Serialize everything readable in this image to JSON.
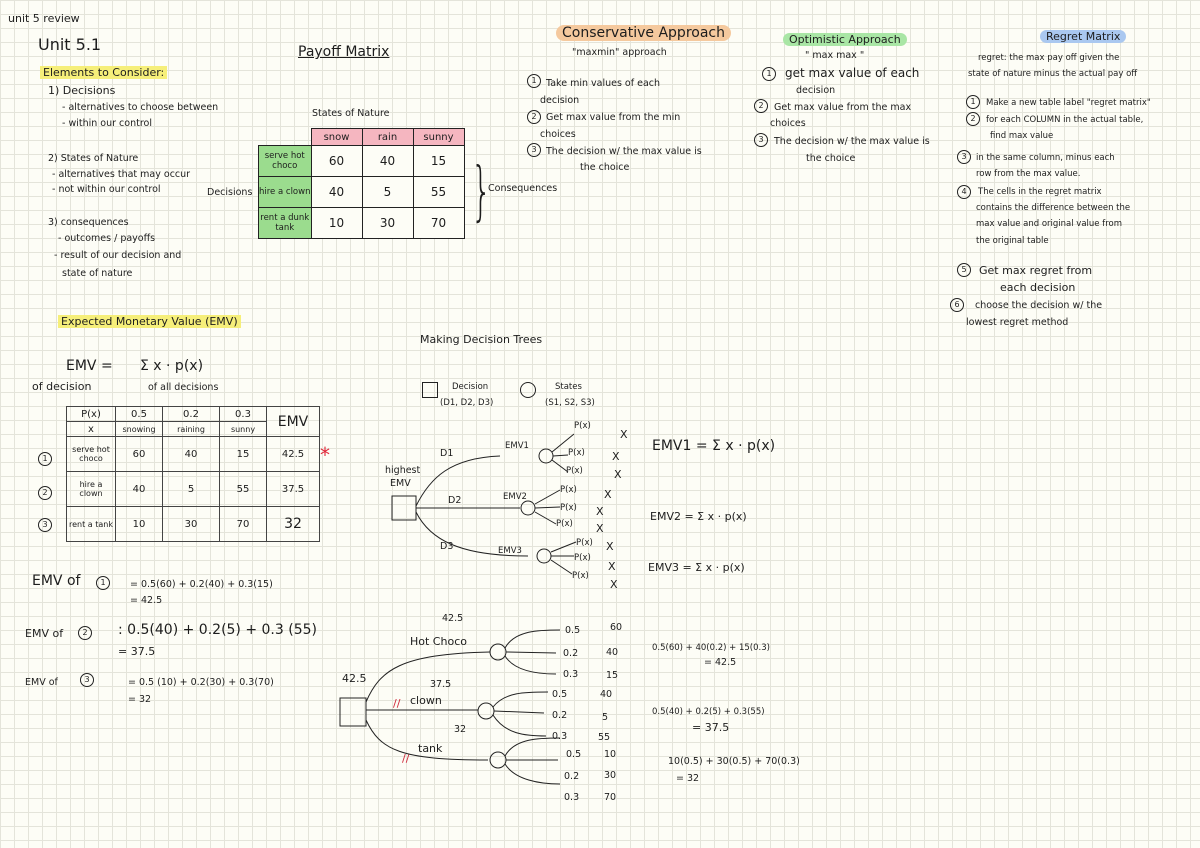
{
  "header": {
    "review": "unit 5 review",
    "unit": "Unit 5.1"
  },
  "elements": {
    "title": "Elements to Consider:",
    "decisions_heading": "1) Decisions",
    "decisions_1": "- alternatives to choose between",
    "decisions_2": "- within our control",
    "states_heading": "2) States of Nature",
    "states_1": "- alternatives that may occur",
    "states_2": "- not within our control",
    "cons_heading": "3) consequences",
    "cons_1": "- outcomes / payoffs",
    "cons_2": "- result of our decision and",
    "cons_3": "state of nature"
  },
  "payoff": {
    "title": "Payoff Matrix",
    "states_label": "States of Nature",
    "decisions_label": "Decisions",
    "consequences_label": "Consequences",
    "columns": [
      "snow",
      "rain",
      "sunny"
    ],
    "rows": [
      {
        "label": "serve hot choco",
        "values": [
          "60",
          "40",
          "15"
        ]
      },
      {
        "label": "hire a clown",
        "values": [
          "40",
          "5",
          "55"
        ]
      },
      {
        "label": "rent a dunk tank",
        "values": [
          "10",
          "30",
          "70"
        ]
      }
    ]
  },
  "emv": {
    "title": "Expected Monetary Value (EMV)",
    "formula_left": "EMV =",
    "formula_right": "Σ x · p(x)",
    "of_decision": "of decision",
    "of_all": "of all decisions",
    "table_header": [
      "P(x)",
      "0.5",
      "0.2",
      "0.3",
      "EMV"
    ],
    "table_sub": [
      "x",
      "snowing",
      "raining",
      "sunny",
      ""
    ],
    "rows": [
      {
        "num": "1",
        "label": "serve hot choco",
        "values": [
          "60",
          "40",
          "15"
        ],
        "emv": "42.5"
      },
      {
        "num": "2",
        "label": "hire a clown",
        "values": [
          "40",
          "5",
          "55"
        ],
        "emv": "37.5"
      },
      {
        "num": "3",
        "label": "rent a tank",
        "values": [
          "10",
          "30",
          "70"
        ],
        "emv": "32"
      }
    ],
    "star": "*",
    "calc1_label": "EMV of",
    "calc1_line1": "= 0.5(60) + 0.2(40) + 0.3(15)",
    "calc1_line2": "= 42.5",
    "calc2_label": "EMV of",
    "calc2_line1": ": 0.5(40) + 0.2(5) + 0.3 (55)",
    "calc2_line2": "= 37.5",
    "calc3_label": "EMV of",
    "calc3_line1": "= 0.5 (10) + 0.2(30) + 0.3(70)",
    "calc3_line2": "= 32"
  },
  "conservative": {
    "title": "Conservative Approach",
    "subtitle": "\"maxmin\" approach",
    "s1": "Take min values of each",
    "s1b": "decision",
    "s2": "Get max value from the min",
    "s2b": "choices",
    "s3": "The decision w/ the max value is",
    "s3b": "the choice"
  },
  "optimistic": {
    "title": "Optimistic Approach",
    "subtitle": "\" max max \"",
    "s1": "get max value of each",
    "s1b": "decision",
    "s2": "Get max value from the max",
    "s2b": "choices",
    "s3": "The decision w/ the max value is",
    "s3b": "the choice"
  },
  "regret": {
    "title": "Regret Matrix",
    "def1": "regret: the max pay off given the",
    "def2": "state of nature minus the actual pay off",
    "s1": "Make a new table label \"regret matrix\"",
    "s2": "for each COLUMN in the actual table,",
    "s2b": "find max value",
    "s3": "in the same column, minus each",
    "s3b": "row from the max value.",
    "s4": "The cells in the regret matrix",
    "s4b": "contains the difference between the",
    "s4c": "max value and original value from",
    "s4d": "the original table",
    "s5": "Get max regret from",
    "s5b": "each decision",
    "s6": "choose the decision w/ the",
    "s6b": "lowest regret method"
  },
  "tree": {
    "title": "Making Decision Trees",
    "decision_label": "Decision",
    "decision_sub": "(D1, D2, D3)",
    "states_label": "States",
    "states_sub": "(S1, S2, S3)",
    "highest": "highest",
    "highest2": "EMV",
    "d1": "D1",
    "d2": "D2",
    "d3": "D3",
    "emv1": "EMV1",
    "emv2": "EMV2",
    "emv3": "EMV3",
    "px": "P(x)",
    "x": "X",
    "emv1_formula": "EMV1 = Σ x · p(x)",
    "emv2_formula": "EMV2 = Σ x · p(x)",
    "emv3_formula": "EMV3 = Σ x · p(x)"
  },
  "tree2": {
    "root_value": "42.5",
    "hot_choco": "Hot Choco",
    "hot_value": "42.5",
    "clown": "clown",
    "clown_value": "37.5",
    "tank": "tank",
    "tank_value": "32",
    "mark": "//",
    "probs": [
      "0.5",
      "0.2",
      "0.3",
      "0.5",
      "0.2",
      "0.3",
      "0.5",
      "0.2",
      "0.3"
    ],
    "values": [
      "60",
      "40",
      "15",
      "40",
      "5",
      "55",
      "10",
      "30",
      "70"
    ],
    "calc1a": "0.5(60) + 40(0.2) + 15(0.3)",
    "calc1b": "= 42.5",
    "calc2a": "0.5(40) + 0.2(5) + 0.3(55)",
    "calc2b": "= 37.5",
    "calc3a": "10(0.5) + 30(0.5) + 70(0.3)",
    "calc3b": "= 32"
  }
}
